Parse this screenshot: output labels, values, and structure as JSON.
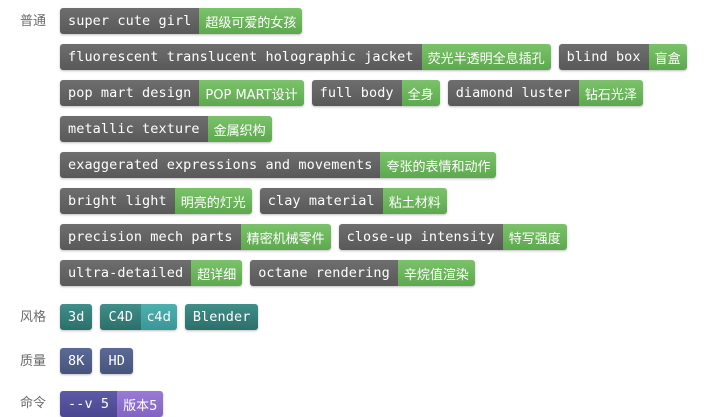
{
  "sections": [
    {
      "label": "普通",
      "rows": [
        [
          {
            "en": "super cute girl",
            "zh": "超级可爱的女孩"
          }
        ],
        [
          {
            "en": "fluorescent translucent holographic jacket",
            "zh": "荧光半透明全息插孔"
          },
          {
            "en": "blind box",
            "zh": "盲盒"
          }
        ],
        [
          {
            "en": "pop mart design",
            "zh": "POP MART设计"
          },
          {
            "en": "full body",
            "zh": "全身"
          },
          {
            "en": "diamond luster",
            "zh": "钻石光泽"
          }
        ],
        [
          {
            "en": "metallic texture",
            "zh": "金属织构"
          }
        ],
        [
          {
            "en": "exaggerated expressions and movements",
            "zh": "夸张的表情和动作"
          }
        ],
        [
          {
            "en": "bright light",
            "zh": "明亮的灯光"
          },
          {
            "en": "clay material",
            "zh": "粘土材料"
          }
        ],
        [
          {
            "en": "precision mech parts",
            "zh": "精密机械零件"
          },
          {
            "en": "close-up intensity",
            "zh": "特写强度"
          }
        ],
        [
          {
            "en": "ultra-detailed",
            "zh": "超详细"
          },
          {
            "en": "octane rendering",
            "zh": "辛烷值渲染"
          }
        ]
      ]
    },
    {
      "label": "风格",
      "rows": [
        [
          {
            "en": "3d"
          },
          {
            "en": "C4D",
            "zh": "c4d"
          },
          {
            "en": "Blender"
          }
        ]
      ]
    },
    {
      "label": "质量",
      "rows": [
        [
          {
            "en": "8K"
          },
          {
            "en": "HD"
          }
        ]
      ]
    },
    {
      "label": "命令",
      "rows": [
        [
          {
            "en": "--v 5",
            "zh": "版本5"
          }
        ]
      ]
    }
  ]
}
